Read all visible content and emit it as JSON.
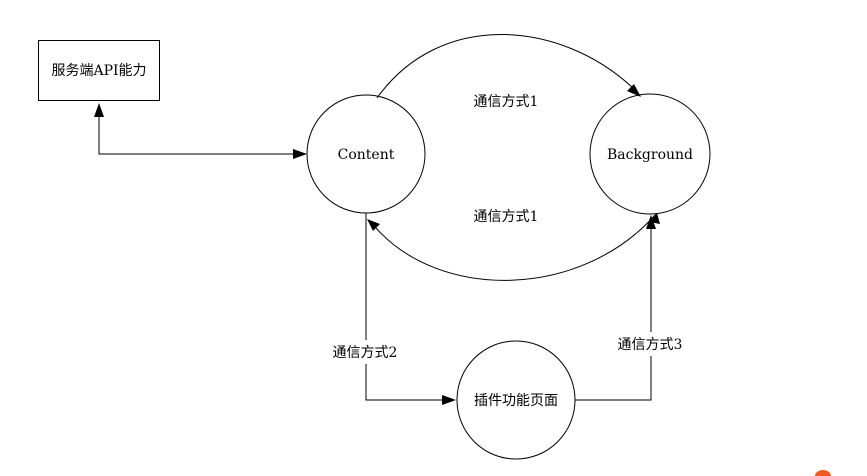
{
  "nodes": {
    "server_api": {
      "label": "服务端API能力",
      "shape": "rectangle"
    },
    "content": {
      "label": "Content",
      "shape": "circle"
    },
    "background": {
      "label": "Background",
      "shape": "circle"
    },
    "plugin_page": {
      "label": "插件功能页面",
      "shape": "circle"
    }
  },
  "edges": {
    "content_to_background": {
      "label": "通信方式1"
    },
    "background_to_content": {
      "label": "通信方式1"
    },
    "content_to_plugin": {
      "label": "通信方式2"
    },
    "plugin_to_background": {
      "label": "通信方式3"
    },
    "api_content_link": {
      "label": ""
    }
  },
  "colors": {
    "line": "#000000",
    "background": "#ffffff",
    "accent": "#f15a22"
  }
}
